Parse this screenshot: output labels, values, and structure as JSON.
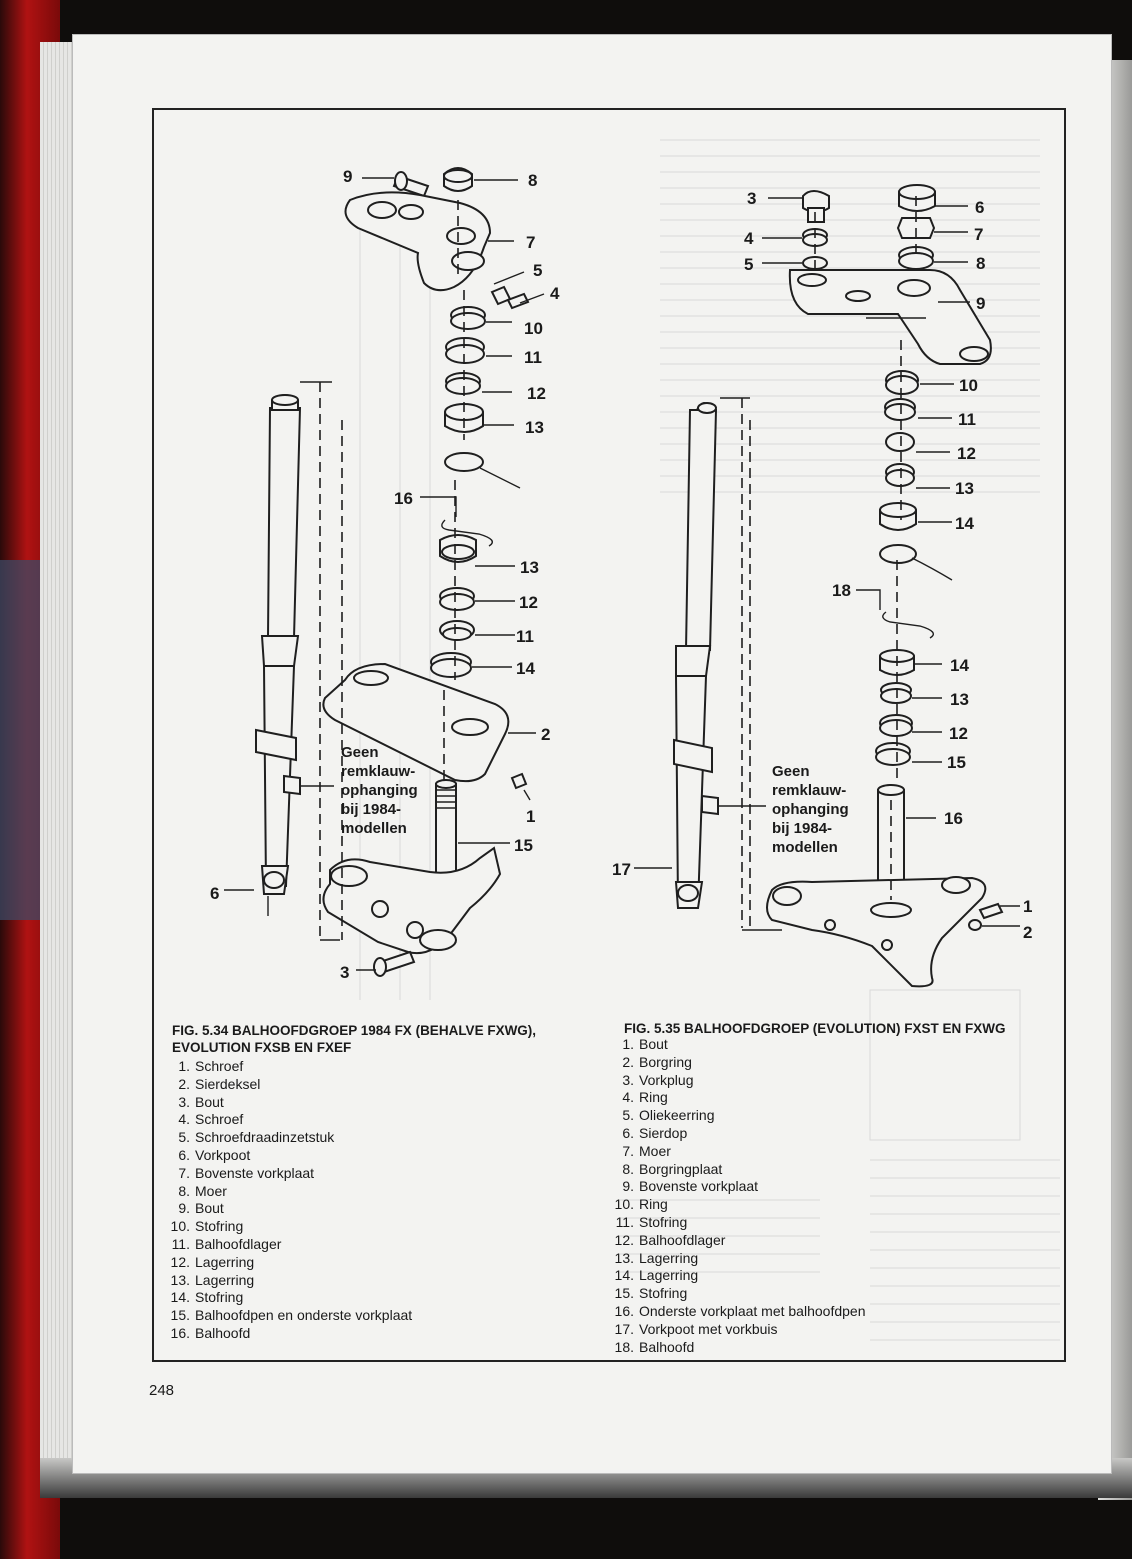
{
  "page_number": "248",
  "figure_left": {
    "caption_lines": [
      "FIG. 5.34 BALHOOFDGROEP 1984 FX (BEHALVE FXWG),",
      "EVOLUTION FXSB EN FXEF"
    ],
    "note_lines": [
      "Geen",
      "remklauw-",
      "ophanging",
      "bij 1984-",
      "modellen"
    ],
    "callouts": [
      "9",
      "8",
      "7",
      "5",
      "4",
      "10",
      "11",
      "12",
      "13",
      "16",
      "13",
      "12",
      "11",
      "14",
      "2",
      "1",
      "15",
      "6",
      "3"
    ],
    "legend": [
      {
        "n": "1.",
        "text": "Schroef"
      },
      {
        "n": "2.",
        "text": "Sierdeksel"
      },
      {
        "n": "3.",
        "text": "Bout"
      },
      {
        "n": "4.",
        "text": "Schroef"
      },
      {
        "n": "5.",
        "text": "Schroefdraadinzetstuk"
      },
      {
        "n": "6.",
        "text": "Vorkpoot"
      },
      {
        "n": "7.",
        "text": "Bovenste vorkplaat"
      },
      {
        "n": "8.",
        "text": "Moer"
      },
      {
        "n": "9.",
        "text": "Bout"
      },
      {
        "n": "10.",
        "text": "Stofring"
      },
      {
        "n": "11.",
        "text": "Balhoofdlager"
      },
      {
        "n": "12.",
        "text": "Lagerring"
      },
      {
        "n": "13.",
        "text": "Lagerring"
      },
      {
        "n": "14.",
        "text": "Stofring"
      },
      {
        "n": "15.",
        "text": "Balhoofdpen en onderste vorkplaat"
      },
      {
        "n": "16.",
        "text": "Balhoofd"
      }
    ]
  },
  "figure_right": {
    "caption_lines": [
      "FIG. 5.35 BALHOOFDGROEP (EVOLUTION) FXST EN FXWG"
    ],
    "note_lines": [
      "Geen",
      "remklauw-",
      "ophanging",
      "bij 1984-",
      "modellen"
    ],
    "callouts": [
      "3",
      "4",
      "5",
      "6",
      "7",
      "8",
      "9",
      "10",
      "11",
      "12",
      "13",
      "14",
      "18",
      "14",
      "13",
      "12",
      "15",
      "16",
      "17",
      "1",
      "2"
    ],
    "legend": [
      {
        "n": "1.",
        "text": "Bout"
      },
      {
        "n": "2.",
        "text": "Borgring"
      },
      {
        "n": "3.",
        "text": "Vorkplug"
      },
      {
        "n": "4.",
        "text": "Ring"
      },
      {
        "n": "5.",
        "text": "Oliekeerring"
      },
      {
        "n": "6.",
        "text": "Sierdop"
      },
      {
        "n": "7.",
        "text": "Moer"
      },
      {
        "n": "8.",
        "text": "Borgringplaat"
      },
      {
        "n": "9.",
        "text": "Bovenste vorkplaat"
      },
      {
        "n": "10.",
        "text": "Ring"
      },
      {
        "n": "11.",
        "text": "Stofring"
      },
      {
        "n": "12.",
        "text": "Balhoofdlager"
      },
      {
        "n": "13.",
        "text": "Lagerring"
      },
      {
        "n": "14.",
        "text": "Lagerring"
      },
      {
        "n": "15.",
        "text": "Stofring"
      },
      {
        "n": "16.",
        "text": "Onderste vorkplaat met balhoofdpen"
      },
      {
        "n": "17.",
        "text": "Vorkpoot met vorkbuis"
      },
      {
        "n": "18.",
        "text": "Balhoofd"
      }
    ]
  }
}
